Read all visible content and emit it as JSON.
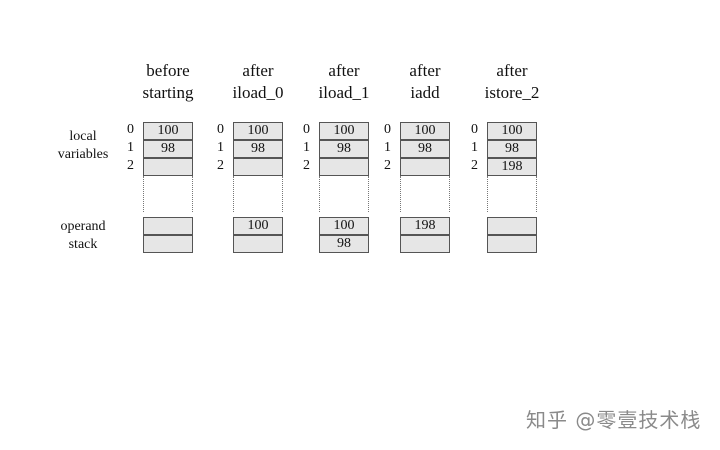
{
  "side_labels": {
    "local_variables": [
      "local",
      "variables"
    ],
    "operand_stack": [
      "operand",
      "stack"
    ]
  },
  "columns": [
    {
      "title": [
        "before",
        "starting"
      ],
      "locals": [
        "100",
        "98",
        ""
      ],
      "stack": [
        "",
        ""
      ]
    },
    {
      "title": [
        "after",
        "iload_0"
      ],
      "locals": [
        "100",
        "98",
        ""
      ],
      "stack": [
        "100",
        ""
      ]
    },
    {
      "title": [
        "after",
        "iload_1"
      ],
      "locals": [
        "100",
        "98",
        ""
      ],
      "stack": [
        "100",
        "98"
      ]
    },
    {
      "title": [
        "after",
        "iadd"
      ],
      "locals": [
        "100",
        "98",
        ""
      ],
      "stack": [
        "198",
        ""
      ]
    },
    {
      "title": [
        "after",
        "istore_2"
      ],
      "locals": [
        "100",
        "98",
        "198"
      ],
      "stack": [
        "",
        ""
      ]
    }
  ],
  "index_labels": [
    "0",
    "1",
    "2"
  ],
  "watermark": "知乎 @零壹技术栈"
}
